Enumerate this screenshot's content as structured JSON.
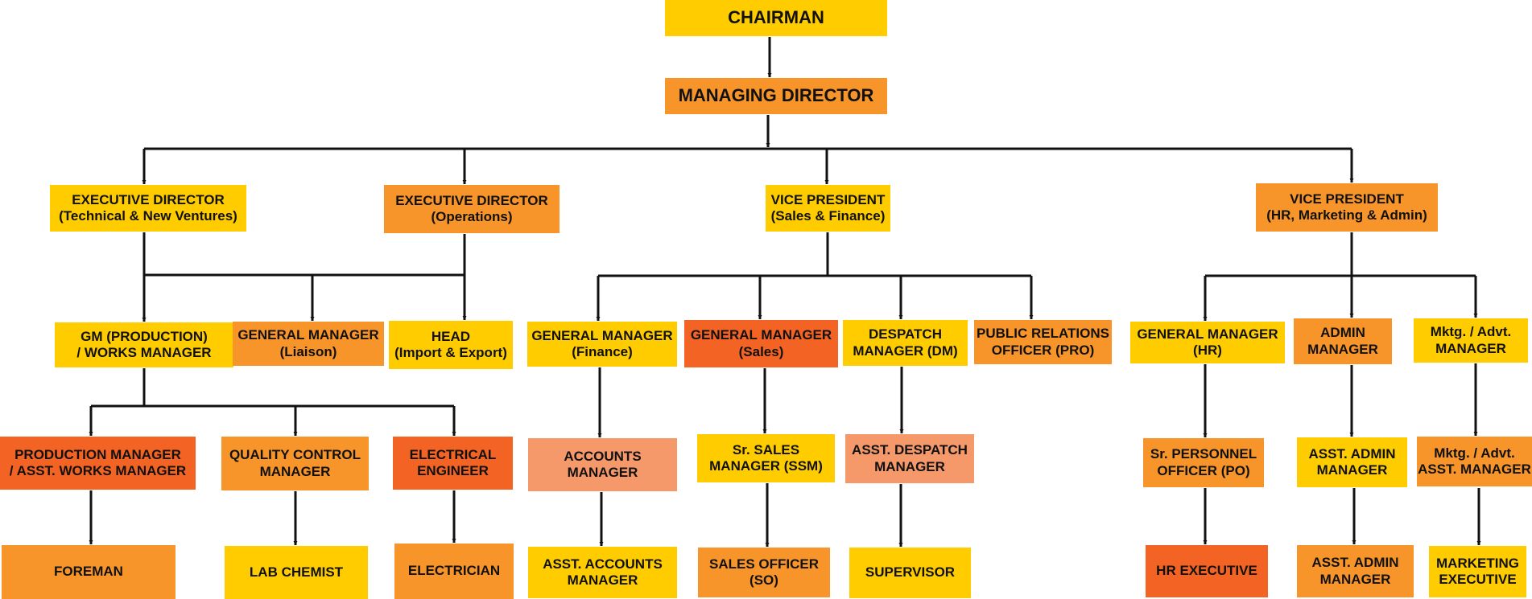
{
  "colors": {
    "yellow": "#ffcc00",
    "orange": "#f7952a",
    "red_orange": "#f26324",
    "peach": "#f6996a",
    "line": "#111111"
  },
  "nodes": [
    {
      "id": "chairman",
      "name": "chairman-box",
      "lines": [
        "CHAIRMAN"
      ],
      "color": "yellow",
      "big": true
    },
    {
      "id": "md",
      "name": "managing-director-box",
      "lines": [
        "MANAGING DIRECTOR"
      ],
      "color": "orange",
      "big": true
    },
    {
      "id": "ed_tech",
      "name": "executive-director-technical-box",
      "lines": [
        "EXECUTIVE DIRECTOR",
        "(Technical & New Ventures)"
      ],
      "color": "yellow"
    },
    {
      "id": "ed_ops",
      "name": "executive-director-operations-box",
      "lines": [
        "EXECUTIVE DIRECTOR",
        "(Operations)"
      ],
      "color": "orange"
    },
    {
      "id": "vp_sales",
      "name": "vice-president-sales-finance-box",
      "lines": [
        "VICE PRESIDENT",
        "(Sales & Finance)"
      ],
      "color": "yellow"
    },
    {
      "id": "vp_hr",
      "name": "vice-president-hr-marketing-admin-box",
      "lines": [
        "VICE PRESIDENT",
        "(HR, Marketing & Admin)"
      ],
      "color": "orange"
    },
    {
      "id": "gm_prod",
      "name": "gm-production-box",
      "lines": [
        "GM (PRODUCTION)",
        "/ WORKS MANAGER"
      ],
      "color": "yellow"
    },
    {
      "id": "gm_liaison",
      "name": "general-manager-liaison-box",
      "lines": [
        "GENERAL MANAGER",
        "(Liaison)"
      ],
      "color": "orange"
    },
    {
      "id": "head_ie",
      "name": "head-import-export-box",
      "lines": [
        "HEAD",
        "(Import & Export)"
      ],
      "color": "yellow"
    },
    {
      "id": "gm_fin",
      "name": "general-manager-finance-box",
      "lines": [
        "GENERAL MANAGER",
        "(Finance)"
      ],
      "color": "yellow"
    },
    {
      "id": "gm_sales",
      "name": "general-manager-sales-box",
      "lines": [
        "GENERAL MANAGER",
        "(Sales)"
      ],
      "color": "red_orange"
    },
    {
      "id": "dm",
      "name": "despatch-manager-box",
      "lines": [
        "DESPATCH",
        "MANAGER (DM)"
      ],
      "color": "yellow"
    },
    {
      "id": "pro",
      "name": "public-relations-officer-box",
      "lines": [
        "PUBLIC RELATIONS",
        "OFFICER (PRO)"
      ],
      "color": "orange"
    },
    {
      "id": "gm_hr",
      "name": "general-manager-hr-box",
      "lines": [
        "GENERAL MANAGER",
        "(HR)"
      ],
      "color": "yellow"
    },
    {
      "id": "admin_mgr",
      "name": "admin-manager-box",
      "lines": [
        "ADMIN",
        "MANAGER"
      ],
      "color": "orange"
    },
    {
      "id": "mktg_mgr",
      "name": "marketing-advt-manager-box",
      "lines": [
        "Mktg. / Advt.",
        "MANAGER"
      ],
      "color": "yellow"
    },
    {
      "id": "prod_mgr",
      "name": "production-manager-box",
      "lines": [
        "PRODUCTION MANAGER",
        "/ ASST. WORKS MANAGER"
      ],
      "color": "red_orange"
    },
    {
      "id": "qc_mgr",
      "name": "quality-control-manager-box",
      "lines": [
        "QUALITY CONTROL",
        "MANAGER"
      ],
      "color": "orange"
    },
    {
      "id": "elec_eng",
      "name": "electrical-engineer-box",
      "lines": [
        "ELECTRICAL",
        "ENGINEER"
      ],
      "color": "red_orange"
    },
    {
      "id": "acc_mgr",
      "name": "accounts-manager-box",
      "lines": [
        "ACCOUNTS",
        "MANAGER"
      ],
      "color": "peach"
    },
    {
      "id": "ssm",
      "name": "senior-sales-manager-box",
      "lines": [
        "Sr. SALES",
        "MANAGER (SSM)"
      ],
      "color": "yellow"
    },
    {
      "id": "adm",
      "name": "asst-despatch-manager-box",
      "lines": [
        "ASST. DESPATCH",
        "MANAGER"
      ],
      "color": "peach"
    },
    {
      "id": "po",
      "name": "senior-personnel-officer-box",
      "lines": [
        "Sr. PERSONNEL",
        "OFFICER (PO)"
      ],
      "color": "orange"
    },
    {
      "id": "aam1",
      "name": "asst-admin-manager-box",
      "lines": [
        "ASST. ADMIN",
        "MANAGER"
      ],
      "color": "yellow"
    },
    {
      "id": "mam",
      "name": "marketing-asst-manager-box",
      "lines": [
        "Mktg. / Advt.",
        "ASST. MANAGER"
      ],
      "color": "orange"
    },
    {
      "id": "foreman",
      "name": "foreman-box",
      "lines": [
        "FOREMAN"
      ],
      "color": "orange"
    },
    {
      "id": "lab",
      "name": "lab-chemist-box",
      "lines": [
        "LAB CHEMIST"
      ],
      "color": "yellow"
    },
    {
      "id": "electrician",
      "name": "electrician-box",
      "lines": [
        "ELECTRICIAN"
      ],
      "color": "orange"
    },
    {
      "id": "aacc",
      "name": "asst-accounts-manager-box",
      "lines": [
        "ASST. ACCOUNTS",
        "MANAGER"
      ],
      "color": "yellow"
    },
    {
      "id": "so",
      "name": "sales-officer-box",
      "lines": [
        "SALES OFFICER",
        "(SO)"
      ],
      "color": "orange"
    },
    {
      "id": "supervisor",
      "name": "supervisor-box",
      "lines": [
        "SUPERVISOR"
      ],
      "color": "yellow"
    },
    {
      "id": "hre",
      "name": "hr-executive-box",
      "lines": [
        "HR EXECUTIVE"
      ],
      "color": "red_orange"
    },
    {
      "id": "aam2",
      "name": "asst-admin-manager-lower-box",
      "lines": [
        "ASST. ADMIN",
        "MANAGER"
      ],
      "color": "orange"
    },
    {
      "id": "mexec",
      "name": "marketing-executive-box",
      "lines": [
        "MARKETING",
        "EXECUTIVE"
      ],
      "color": "yellow"
    }
  ]
}
